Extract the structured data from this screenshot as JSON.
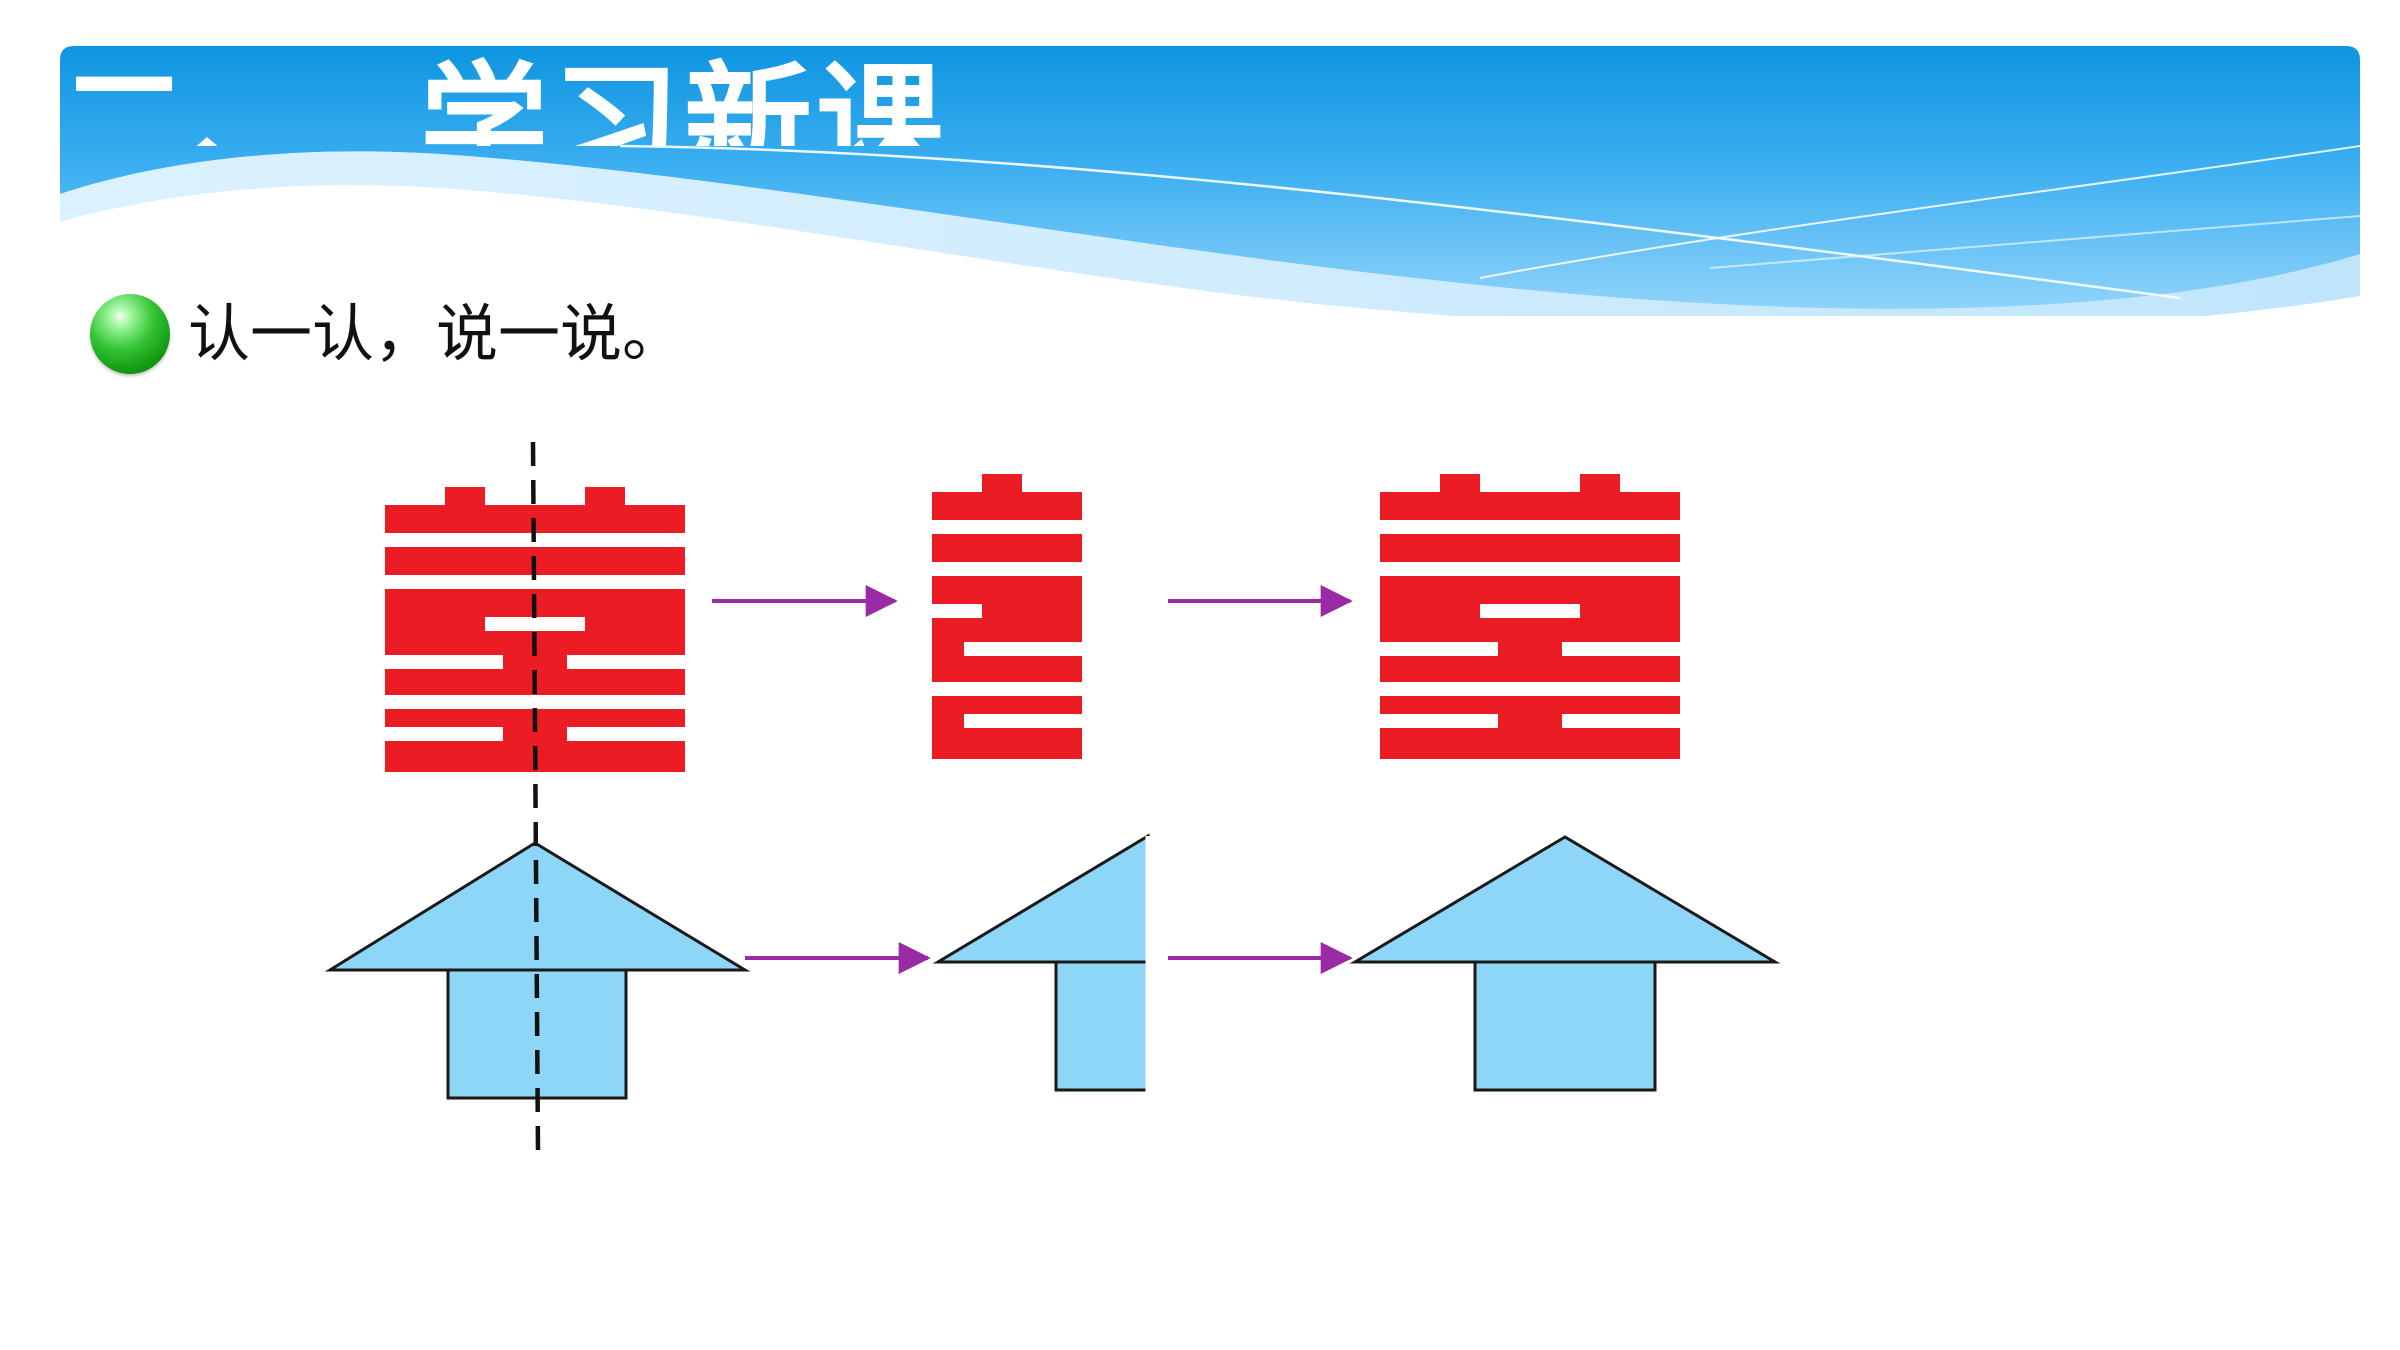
{
  "slide": {
    "title_number": "二、",
    "title_text": "学习新课",
    "subheading": "认一认，说一说。"
  },
  "colors": {
    "banner_blue": "#129be4",
    "banner_light": "#8fd3fa",
    "double_happiness_red": "#ec1c24",
    "house_fill": "#8ed6f7",
    "arrow_purple": "#9b2aa6",
    "outline": "#1a1a1a",
    "bullet_green": "#22b022"
  },
  "figure": {
    "rows": [
      {
        "name": "double-happiness-row",
        "steps": [
          "whole-symmetric",
          "half",
          "whole-restored"
        ]
      },
      {
        "name": "house-row",
        "steps": [
          "whole-symmetric",
          "half",
          "whole-restored"
        ]
      }
    ],
    "symmetry_axis": "dashed-vertical-line",
    "icons": [
      "bullet-icon",
      "arrow-right-icon"
    ]
  }
}
